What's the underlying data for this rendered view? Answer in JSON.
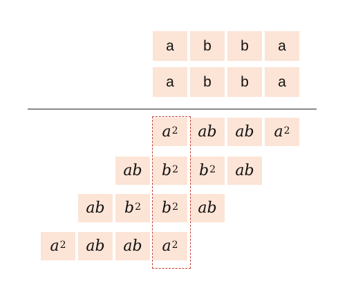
{
  "colors": {
    "cell_fill": "#fce4d6",
    "rule": "#222222",
    "highlight_border": "#c0392b",
    "text": "#111111"
  },
  "operand_rows": [
    [
      "a",
      "b",
      "b",
      "a"
    ],
    [
      "a",
      "b",
      "b",
      "a"
    ]
  ],
  "product_rows": [
    [
      {
        "base": "a",
        "exp": "2"
      },
      {
        "base": "ab",
        "exp": ""
      },
      {
        "base": "ab",
        "exp": ""
      },
      {
        "base": "a",
        "exp": "2"
      }
    ],
    [
      {
        "base": "ab",
        "exp": ""
      },
      {
        "base": "b",
        "exp": "2"
      },
      {
        "base": "b",
        "exp": "2"
      },
      {
        "base": "ab",
        "exp": ""
      }
    ],
    [
      {
        "base": "ab",
        "exp": ""
      },
      {
        "base": "b",
        "exp": "2"
      },
      {
        "base": "b",
        "exp": "2"
      },
      {
        "base": "ab",
        "exp": ""
      }
    ],
    [
      {
        "base": "a",
        "exp": "2"
      },
      {
        "base": "ab",
        "exp": ""
      },
      {
        "base": "ab",
        "exp": ""
      },
      {
        "base": "a",
        "exp": "2"
      }
    ]
  ]
}
